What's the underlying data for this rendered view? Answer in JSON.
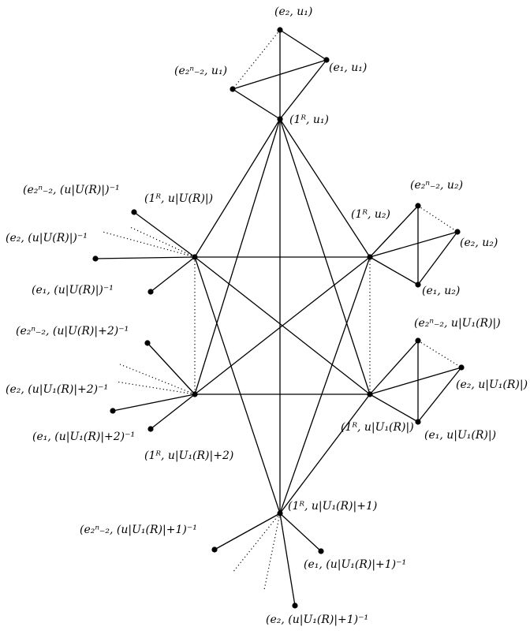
{
  "graph": {
    "vertices": [
      {
        "id": "e2_u1",
        "label": "(e₂, u₁)"
      },
      {
        "id": "e1_u1",
        "label": "(e₁, u₁)"
      },
      {
        "id": "e2n_u1",
        "label": "(e₂ⁿ₋₂, u₁)"
      },
      {
        "id": "1R_u1",
        "label": "(1ᴿ, u₁)"
      },
      {
        "id": "1R_uU",
        "label": "(1ᴿ, u|U(R)|)"
      },
      {
        "id": "e2n_uUinv",
        "label": "(e₂ⁿ₋₂, (u|U(R)|)⁻¹"
      },
      {
        "id": "e2_uUinv",
        "label": "(e₂, (u|U(R)|)⁻¹"
      },
      {
        "id": "e1_uUinv",
        "label": "(e₁, (u|U(R)|)⁻¹"
      },
      {
        "id": "1R_u2",
        "label": "(1ᴿ, u₂)"
      },
      {
        "id": "e2n_u2",
        "label": "(e₂ⁿ₋₂, u₂)"
      },
      {
        "id": "e2_u2",
        "label": "(e₂, u₂)"
      },
      {
        "id": "e1_u2",
        "label": "(e₁, u₂)"
      },
      {
        "id": "1R_uU1p2",
        "label": "(1ᴿ, u|U₁(R)|+2)"
      },
      {
        "id": "e2n_uU1p2inv",
        "label": "(e₂ⁿ₋₂, (u|U(R)|+2)⁻¹"
      },
      {
        "id": "e2_uU1p2inv",
        "label": "(e₂, (u|U₁(R)|+2)⁻¹"
      },
      {
        "id": "e1_uU1p2inv",
        "label": "(e₁, (u|U₁(R)|+2)⁻¹"
      },
      {
        "id": "1R_uU1",
        "label": "(1ᴿ, u|U₁(R)|)"
      },
      {
        "id": "e2n_uU1",
        "label": "(e₂ⁿ₋₂, u|U₁(R)|)"
      },
      {
        "id": "e2_uU1",
        "label": "(e₂, u|U₁(R)|)"
      },
      {
        "id": "e1_uU1",
        "label": "(e₁, u|U₁(R)|)"
      },
      {
        "id": "1R_uU1p1",
        "label": "(1ᴿ, u|U₁(R)|+1)"
      },
      {
        "id": "e2n_uU1p1inv",
        "label": "(e₂ⁿ₋₂, (u|U₁(R)|+1)⁻¹"
      },
      {
        "id": "e1_uU1p1inv",
        "label": "(e₁, (u|U₁(R)|+1)⁻¹"
      },
      {
        "id": "e2_uU1p1inv",
        "label": "(e₂, (u|U₁(R)|+1)⁻¹"
      }
    ],
    "edges": [
      [
        "e2_u1",
        "e1_u1"
      ],
      [
        "e2_u1",
        "1R_u1"
      ],
      [
        "e1_u1",
        "e2n_u1"
      ],
      [
        "e1_u1",
        "1R_u1"
      ],
      [
        "e2n_u1",
        "1R_u1"
      ],
      [
        "1R_u1",
        "1R_uU"
      ],
      [
        "1R_u1",
        "1R_u2"
      ],
      [
        "1R_u1",
        "1R_uU1p2"
      ],
      [
        "1R_u1",
        "1R_uU1"
      ],
      [
        "1R_u1",
        "1R_uU1p1"
      ],
      [
        "1R_uU",
        "1R_u2"
      ],
      [
        "1R_uU",
        "1R_uU1"
      ],
      [
        "1R_uU",
        "1R_uU1p1"
      ],
      [
        "1R_u2",
        "1R_uU1p2"
      ],
      [
        "1R_u2",
        "1R_uU1p1"
      ],
      [
        "1R_uU1p2",
        "1R_uU1"
      ],
      [
        "1R_uU1",
        "1R_uU1p1"
      ],
      [
        "1R_uU",
        "e2n_uUinv"
      ],
      [
        "1R_uU",
        "e2_uUinv"
      ],
      [
        "1R_uU",
        "e1_uUinv"
      ],
      [
        "1R_u2",
        "e2n_u2"
      ],
      [
        "1R_u2",
        "e2_u2"
      ],
      [
        "e2n_u2",
        "e1_u2"
      ],
      [
        "e1_u2",
        "e2_u2"
      ],
      [
        "1R_u2",
        "e1_u2"
      ],
      [
        "1R_uU1p2",
        "e2n_uU1p2inv"
      ],
      [
        "1R_uU1p2",
        "e2_uU1p2inv"
      ],
      [
        "1R_uU1p2",
        "e1_uU1p2inv"
      ],
      [
        "1R_uU1",
        "e2n_uU1"
      ],
      [
        "1R_uU1",
        "e2_uU1"
      ],
      [
        "e2n_uU1",
        "e1_uU1"
      ],
      [
        "e1_uU1",
        "e2_uU1"
      ],
      [
        "1R_uU1",
        "e1_uU1"
      ],
      [
        "1R_uU1p1",
        "e2n_uU1p1inv"
      ],
      [
        "1R_uU1p1",
        "e1_uU1p1inv"
      ],
      [
        "1R_uU1p1",
        "e2_uU1p1inv"
      ]
    ],
    "dotted_edges": [
      [
        "e2_u1",
        "e2n_u1"
      ],
      [
        "1R_uU",
        "1R_uU1p2"
      ],
      [
        "1R_u2",
        "1R_uU1"
      ],
      [
        "e2n_u2",
        "e2_u2"
      ],
      [
        "e2n_uU1",
        "e2_uU1"
      ]
    ]
  }
}
